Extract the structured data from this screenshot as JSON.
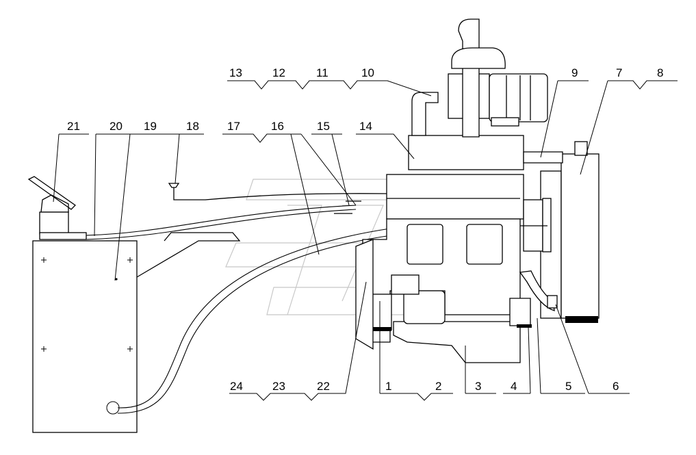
{
  "diagram": {
    "part_labels": [
      "1",
      "2",
      "3",
      "4",
      "5",
      "6",
      "7",
      "8",
      "9",
      "10",
      "11",
      "12",
      "13",
      "14",
      "15",
      "16",
      "17",
      "18",
      "19",
      "20",
      "21",
      "22",
      "23",
      "24"
    ]
  }
}
